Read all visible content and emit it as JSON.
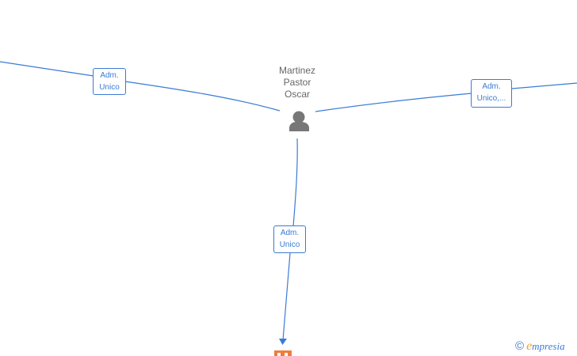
{
  "person": {
    "name_lines": [
      "Martinez",
      "Pastor",
      "Oscar"
    ]
  },
  "edges": {
    "left": {
      "line1": "Adm.",
      "line2": "Unico"
    },
    "right": {
      "line1": "Adm.",
      "line2": "Unico,..."
    },
    "bottom": {
      "line1": "Adm.",
      "line2": "Unico"
    }
  },
  "watermark": {
    "copyright": "©",
    "brand_first": "e",
    "brand_rest": "mpresia"
  },
  "colors": {
    "edge": "#3a7bd5",
    "person_icon": "#777777",
    "company_icon": "#f07c3c",
    "text": "#666666"
  }
}
